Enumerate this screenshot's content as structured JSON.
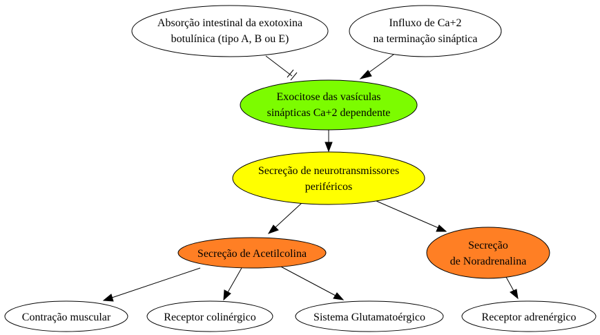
{
  "nodes": {
    "absorcao": {
      "lines": [
        "Absorção intestinal da exotoxina",
        "botulínica (tipo A, B ou E)"
      ],
      "fill": "#ffffff"
    },
    "influxo": {
      "lines": [
        "Influxo de Ca+2",
        "na terminação sináptica"
      ],
      "fill": "#ffffff"
    },
    "exocitose": {
      "lines": [
        "Exocitose das vasículas",
        "sinápticas Ca+2 dependente"
      ],
      "fill": "#7cfc00"
    },
    "secrecao_nt": {
      "lines": [
        "Secreção de neurotransmissores",
        "periféricos"
      ],
      "fill": "#ffff00"
    },
    "acetilcolina": {
      "lines": [
        "Secreção de Acetilcolina"
      ],
      "fill": "#ff7f24"
    },
    "noradrenalina": {
      "lines": [
        "Secreção",
        "de Noradrenalina"
      ],
      "fill": "#ff7f24"
    },
    "contracao": {
      "lines": [
        "Contração muscular"
      ],
      "fill": "#ffffff"
    },
    "colinergico": {
      "lines": [
        "Receptor colinérgico"
      ],
      "fill": "#ffffff"
    },
    "glutamato": {
      "lines": [
        "Sistema Glutamatoérgico"
      ],
      "fill": "#ffffff"
    },
    "adrenergico": {
      "lines": [
        "Receptor adrenérgico"
      ],
      "fill": "#ffffff"
    }
  },
  "edges": [
    {
      "from": "absorcao",
      "to": "exocitose",
      "style": "tee"
    },
    {
      "from": "influxo",
      "to": "exocitose",
      "style": "arrow"
    },
    {
      "from": "exocitose",
      "to": "secrecao_nt",
      "style": "arrow"
    },
    {
      "from": "secrecao_nt",
      "to": "acetilcolina",
      "style": "arrow"
    },
    {
      "from": "secrecao_nt",
      "to": "noradrenalina",
      "style": "arrow"
    },
    {
      "from": "acetilcolina",
      "to": "contracao",
      "style": "arrow"
    },
    {
      "from": "acetilcolina",
      "to": "colinergico",
      "style": "arrow"
    },
    {
      "from": "acetilcolina",
      "to": "glutamato",
      "style": "arrow"
    },
    {
      "from": "noradrenalina",
      "to": "adrenergico",
      "style": "arrow"
    }
  ]
}
